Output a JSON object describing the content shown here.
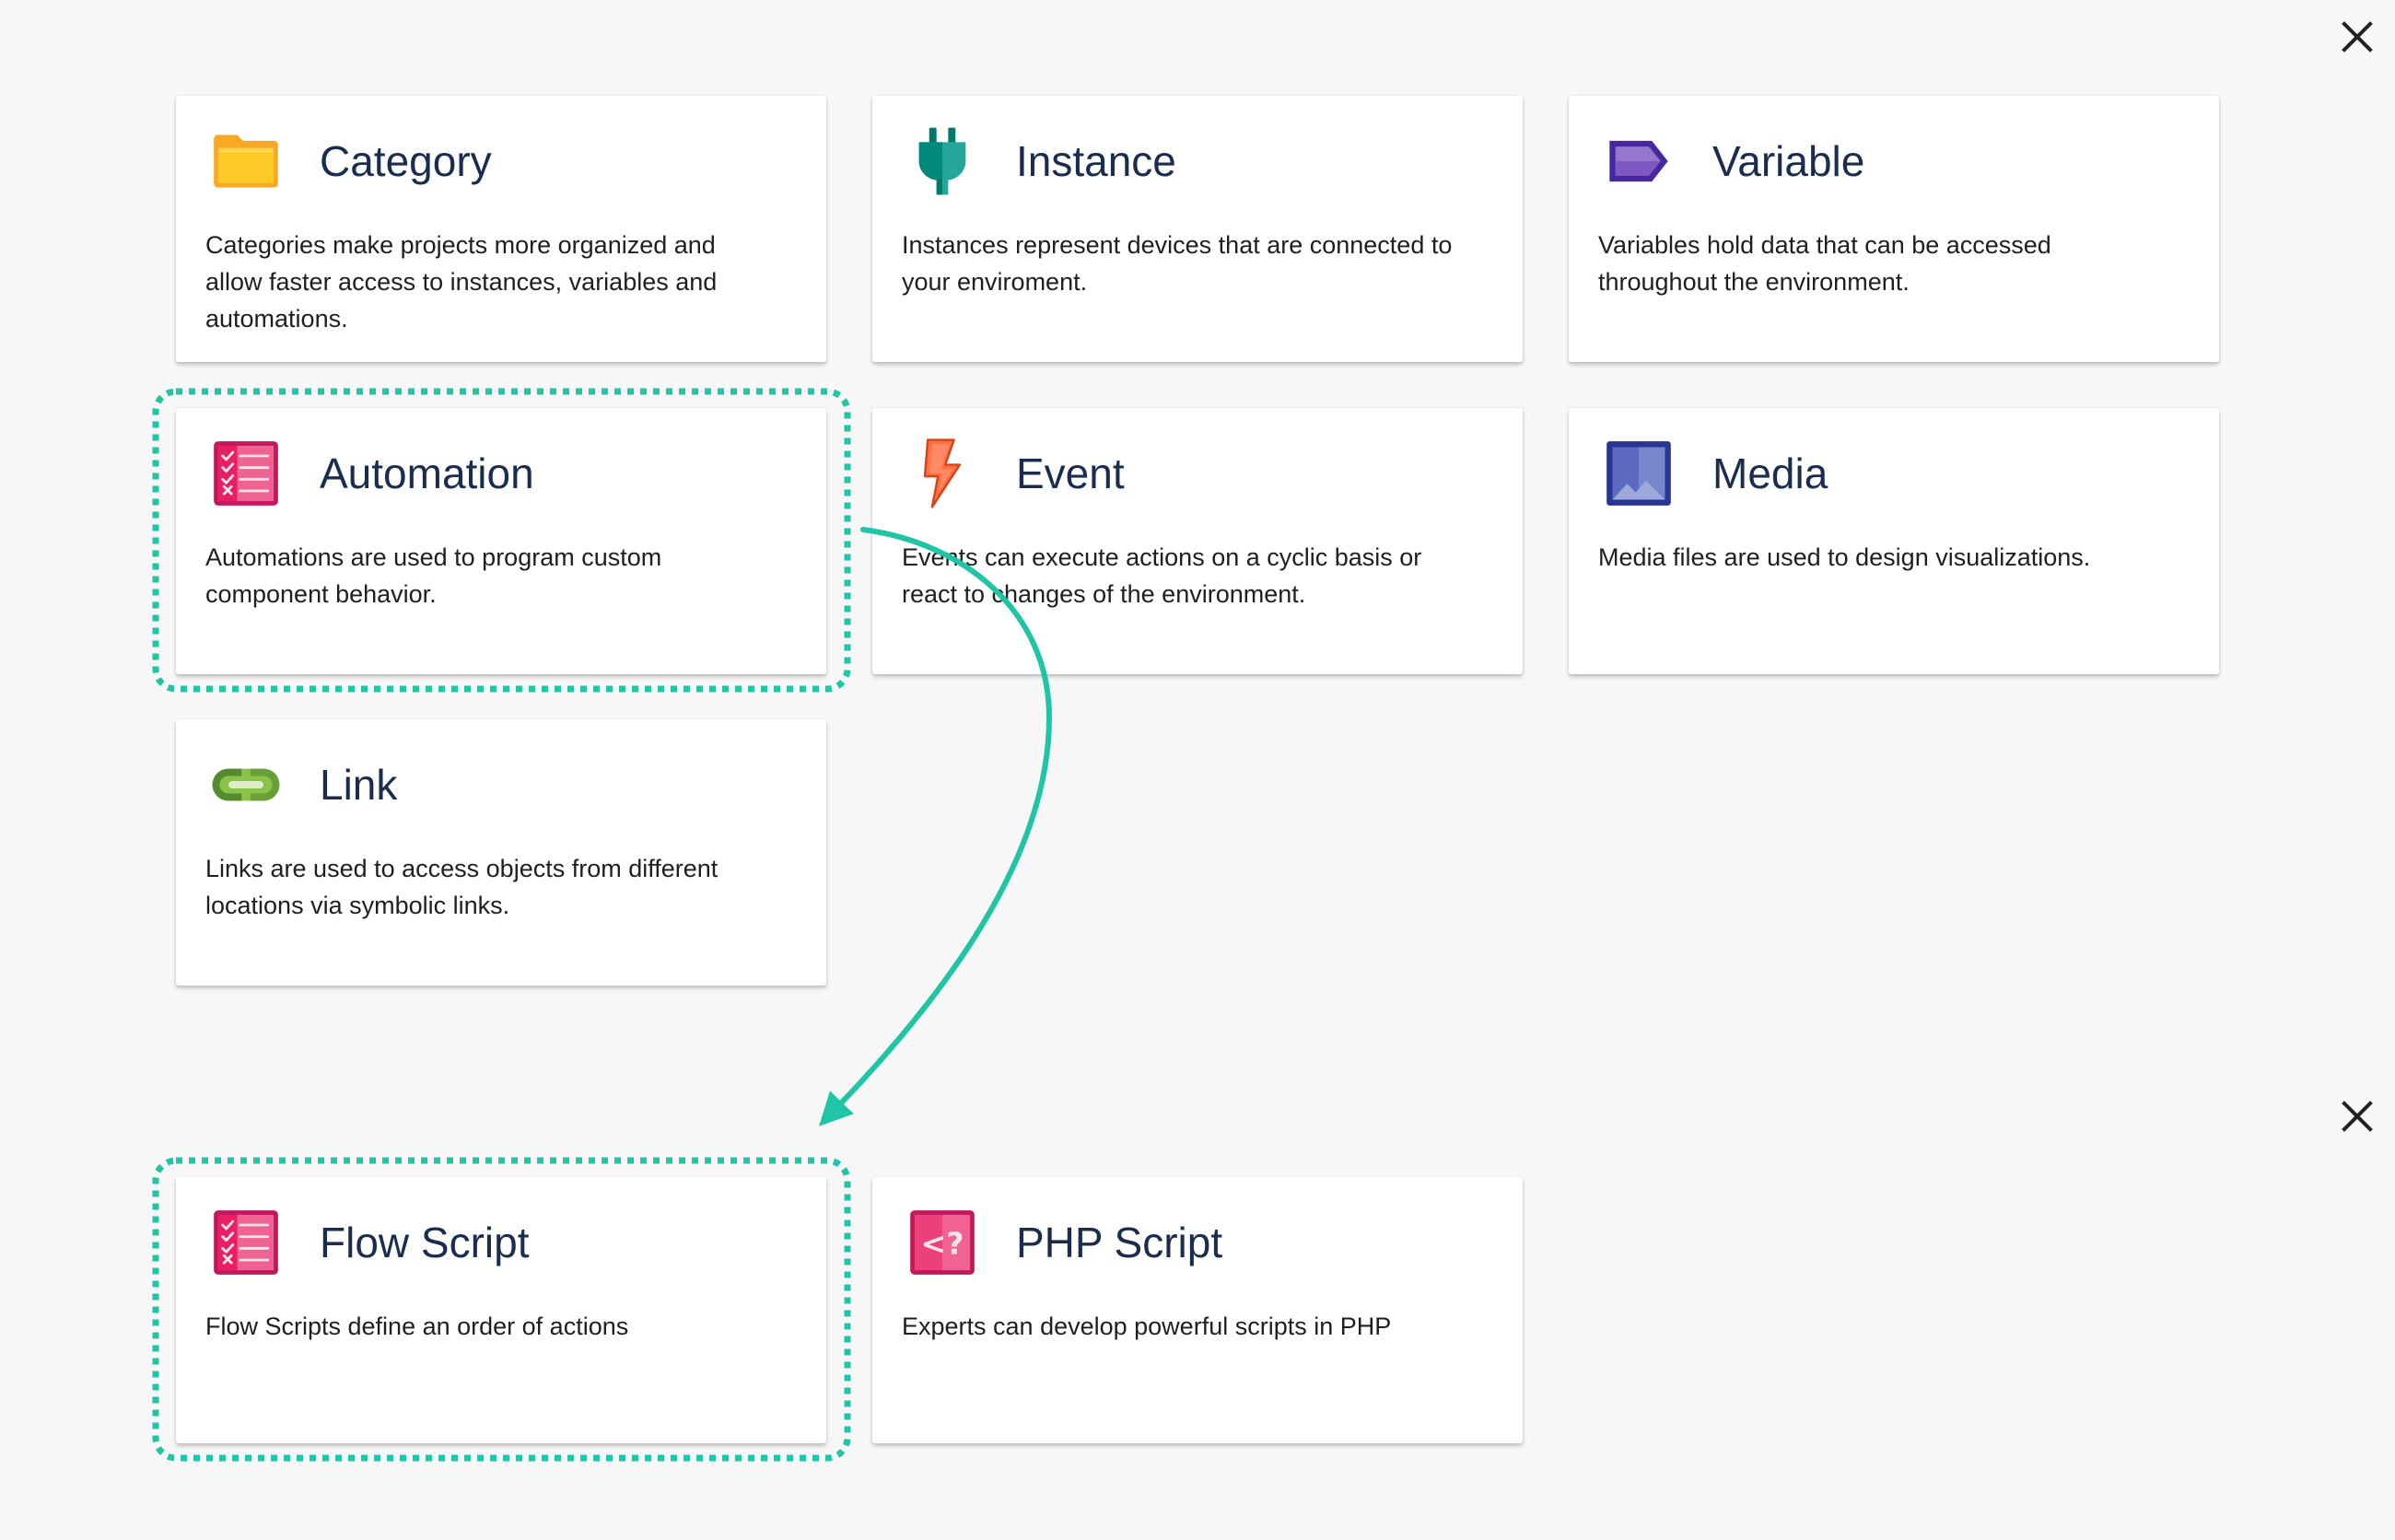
{
  "colors": {
    "background": "#f7f7f7",
    "card_background": "#ffffff",
    "title": "#1b2d4f",
    "description": "#1f1f1f",
    "annotation": "#1fc5a5",
    "close_icon": "#222222"
  },
  "object_picker": {
    "close_icon": "close-icon",
    "cards": [
      {
        "title": "Category",
        "description": "Categories make projects more organized and allow faster access to instances, variables and automations.",
        "icon": "folder-icon"
      },
      {
        "title": "Instance",
        "description": "Instances represent devices that are connected to your enviroment.",
        "icon": "plug-icon"
      },
      {
        "title": "Variable",
        "description": "Variables hold data that can be accessed throughout the environment.",
        "icon": "tag-icon"
      },
      {
        "title": "Automation",
        "description": "Automations are used to program custom component behavior.",
        "icon": "checklist-icon"
      },
      {
        "title": "Event",
        "description": "Events can execute actions on a cyclic basis or react to changes of the environment.",
        "icon": "lightning-icon"
      },
      {
        "title": "Media",
        "description": "Media files are used to design visualizations.",
        "icon": "image-icon"
      },
      {
        "title": "Link",
        "description": "Links are used to access objects from different locations via symbolic links.",
        "icon": "link-icon"
      }
    ]
  },
  "script_picker": {
    "close_icon": "close-icon",
    "cards": [
      {
        "title": "Flow Script",
        "description": "Flow Scripts define an order of actions",
        "icon": "checklist-icon"
      },
      {
        "title": "PHP Script",
        "description": "Experts can develop powerful scripts in PHP",
        "icon": "php-script-icon",
        "icon_glyph": "<?"
      }
    ]
  }
}
